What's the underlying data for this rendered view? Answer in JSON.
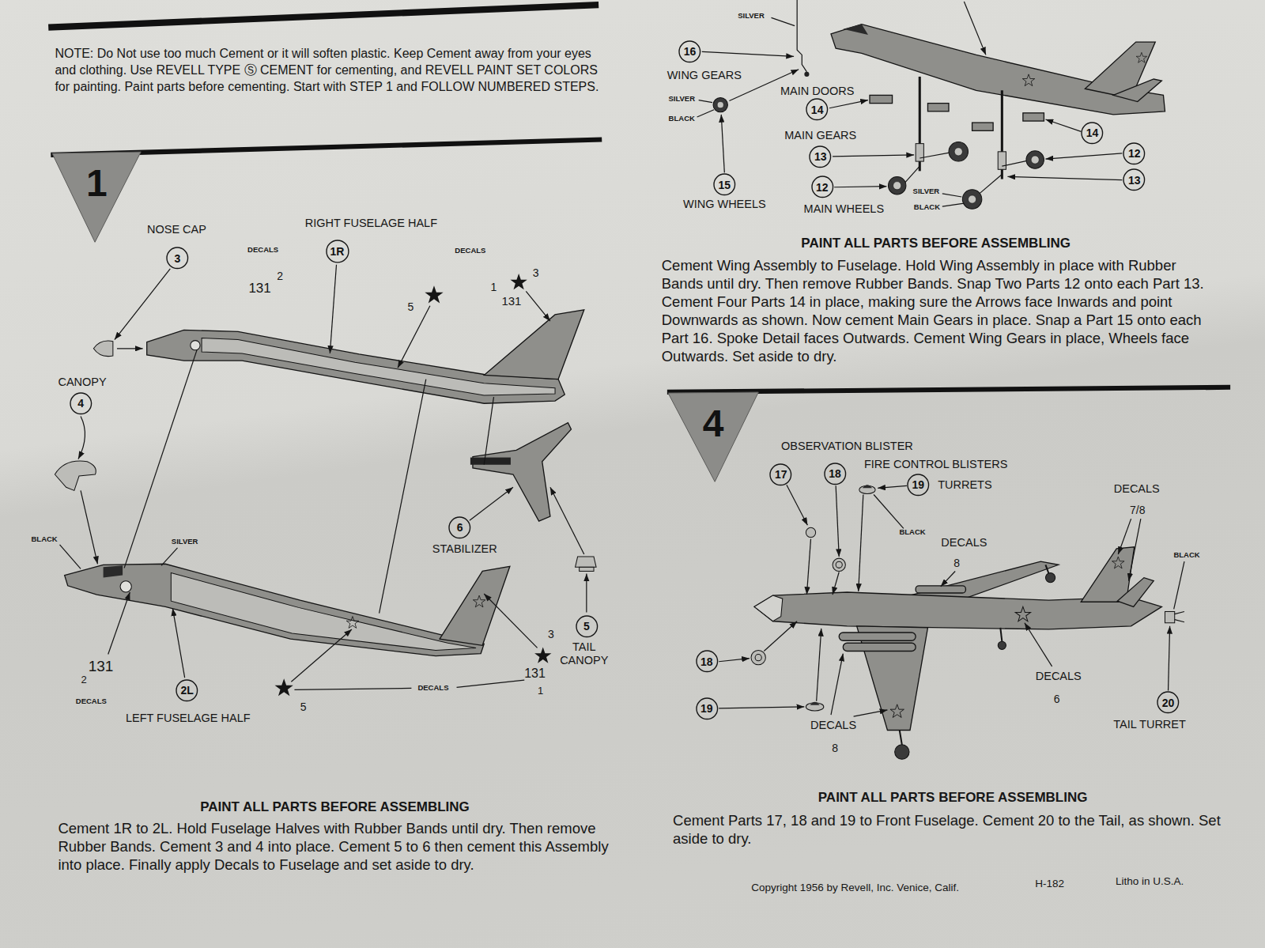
{
  "diagram": {
    "nodes": [
      {
        "text": [
          "1"
        ]
      },
      {
        "text": [
          "3"
        ]
      },
      {
        "text": [
          "1R"
        ]
      },
      {
        "text": [
          "4"
        ]
      },
      {
        "text": [
          "6"
        ]
      },
      {
        "text": [
          "5"
        ]
      },
      {
        "text": [
          "2L"
        ]
      },
      {
        "text": [
          "16"
        ]
      },
      {
        "text": [
          "14"
        ]
      },
      {
        "text": [
          "14"
        ]
      },
      {
        "text": [
          "12"
        ]
      },
      {
        "text": [
          "13"
        ]
      },
      {
        "text": [
          "13"
        ]
      },
      {
        "text": [
          "15"
        ]
      },
      {
        "text": [
          "12"
        ]
      },
      {
        "text": [
          "4"
        ]
      },
      {
        "text": [
          "17"
        ]
      },
      {
        "text": [
          "18"
        ]
      },
      {
        "text": [
          "19"
        ]
      },
      {
        "text": [
          "18"
        ]
      },
      {
        "text": [
          "20"
        ]
      },
      {
        "text": [
          "19"
        ]
      }
    ],
    "labels": [
      "NOTE: Do Not use too much Cement or it will soften plastic. Keep Cement away from your eyes and clothing. Use REVELL TYPE Ⓢ CEMENT for cementing, and REVELL PAINT SET COLORS for painting. Paint parts before cementing. Start with STEP 1 and FOLLOW NUMBERED STEPS.",
      "NOSE CAP",
      "DECALS",
      "2",
      "131",
      "RIGHT FUSELAGE HALF",
      "DECALS",
      "3",
      "1",
      "131",
      "5",
      "CANOPY",
      "BLACK",
      "SILVER",
      "STABILIZER",
      "3",
      "TAIL CANOPY",
      "131",
      "2",
      "DECALS",
      "LEFT FUSELAGE HALF",
      "5",
      "DECALS",
      "131",
      "1",
      "PAINT ALL PARTS BEFORE ASSEMBLING",
      "Cement 1R to 2L. Hold Fuselage Halves with Rubber Bands until dry. Then remove Rubber Bands. Cement 3 and 4 into place. Cement 5 to 6 then cement this Assembly into place. Finally apply Decals to Fuselage and set aside to dry.",
      "SILVER",
      "WING GEARS",
      "SILVER",
      "BLACK",
      "MAIN DOORS",
      "MAIN GEARS",
      "WING WHEELS",
      "MAIN WHEELS",
      "SILVER",
      "BLACK",
      "PAINT ALL PARTS BEFORE ASSEMBLING",
      "Cement Wing Assembly to Fuselage. Hold Wing Assembly in place with Rubber Bands until dry. Then remove Rubber Bands. Snap Two Parts 12 onto each Part 13. Cement Four Parts 14 in place, making sure the Arrows face Inwards and point Downwards as shown. Now cement Main Gears in place. Snap a Part 15 onto each Part 16. Spoke Detail faces Outwards. Cement Wing Gears in place, Wheels face Outwards. Set aside to dry.",
      "OBSERVATION BLISTER",
      "FIRE CONTROL BLISTERS",
      "TURRETS",
      "BLACK",
      "DECALS",
      "7/8",
      "BLACK",
      "DECALS",
      "8",
      "DECALS",
      "6",
      "DECALS",
      "8",
      "TAIL TURRET",
      "PAINT ALL PARTS BEFORE ASSEMBLING",
      "Cement Parts 17, 18 and 19 to Front Fuselage. Cement 20 to the Tail, as shown. Set aside to dry.",
      "Copyright 1956 by Revell, Inc. Venice, Calif.",
      "H-182",
      "Litho in U.S.A."
    ]
  }
}
